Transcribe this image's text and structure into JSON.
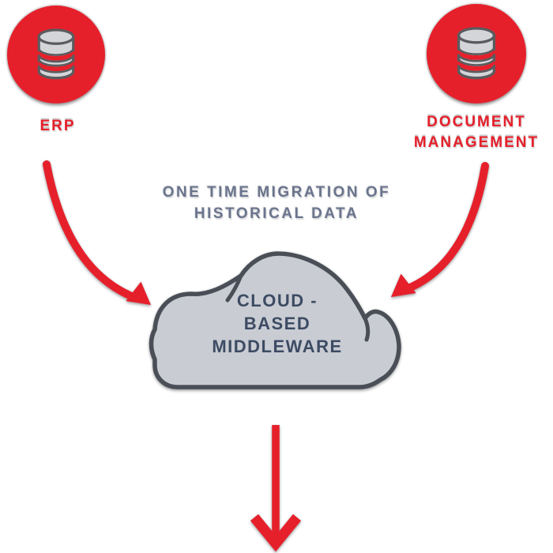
{
  "diagram": {
    "background": "#ffffff",
    "nodes": {
      "erp": {
        "label": "ERP",
        "icon": "database-icon",
        "shape": "red-circle"
      },
      "document_management": {
        "label_lines": [
          "DOCUMENT",
          "MANAGEMENT"
        ],
        "icon": "database-icon",
        "shape": "red-circle"
      },
      "cloud_middleware": {
        "label_lines": [
          "CLOUD -",
          "BASED",
          "MIDDLEWARE"
        ],
        "shape": "cloud"
      }
    },
    "annotations": {
      "migration_note": {
        "lines": [
          "ONE TIME MIGRATION OF",
          "HISTORICAL DATA"
        ]
      }
    },
    "arrows": [
      {
        "id": "erp-to-cloud",
        "from": "erp",
        "to": "cloud_middleware",
        "style": "curved",
        "color": "#e6202b"
      },
      {
        "id": "document-management-to-cloud",
        "from": "document_management",
        "to": "cloud_middleware",
        "style": "curved",
        "color": "#e6202b"
      },
      {
        "id": "cloud-output",
        "from": "cloud_middleware",
        "to": "offscreen-bottom",
        "style": "straight-down",
        "color": "#e6202b"
      }
    ],
    "colors": {
      "accent_red": "#e6202b",
      "navy_text": "#3d4b63",
      "annotation_text": "#4a5675",
      "cloud_fill": "#c9ccd3",
      "cloud_outline": "#4a4e57",
      "icon_fill": "#d3d5d8",
      "icon_outline": "#5a5b5e"
    }
  }
}
